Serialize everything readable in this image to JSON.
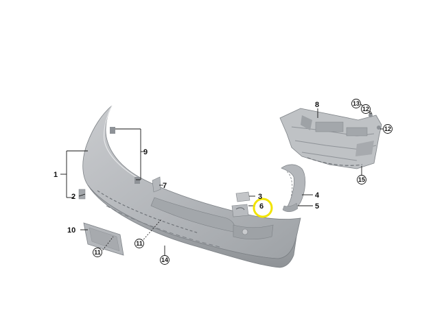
{
  "callouts": {
    "c1": "1",
    "c2": "2",
    "c3": "3",
    "c4": "4",
    "c5": "5",
    "c6": "6",
    "c7": "7",
    "c8": "8",
    "c9": "9",
    "c10": "10",
    "c11a": "11",
    "c11b": "11",
    "c12a": "12",
    "c12b": "12",
    "c13": "13",
    "c14": "14",
    "c15": "15"
  },
  "colors": {
    "part_fill": "#b9bcc0",
    "part_dark": "#8e9297",
    "part_light": "#d6d8db",
    "highlight_ring": "#f2e400"
  }
}
